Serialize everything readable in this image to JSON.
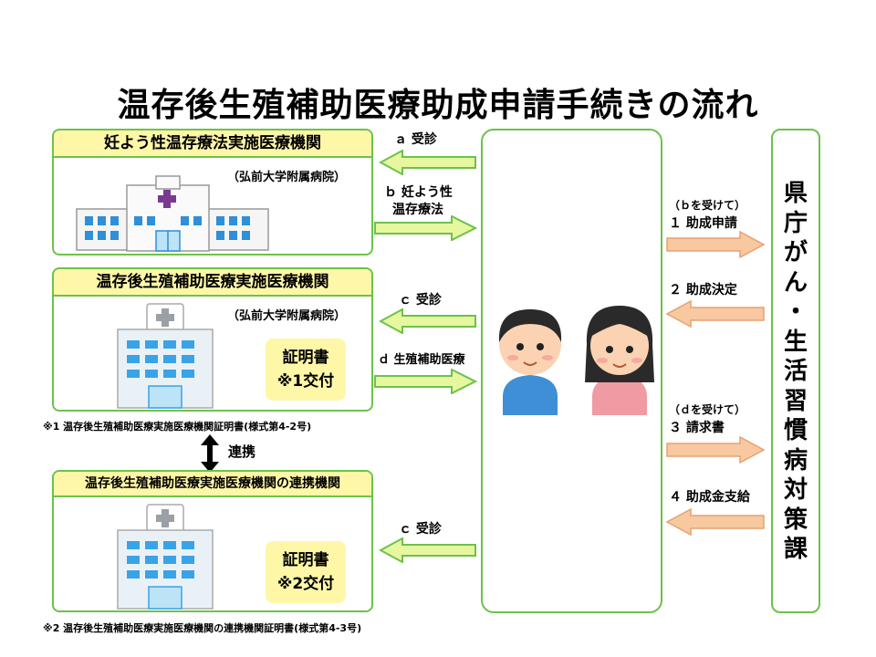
{
  "title": "温存後生殖補助医療助成申請手続きの流れ",
  "institutions": {
    "box1": {
      "header": "妊よう性温存療法実施医療機関",
      "subtitle": "（弘前大学附属病院）"
    },
    "box2": {
      "header": "温存後生殖補助医療実施医療機関",
      "subtitle": "（弘前大学附属病院）",
      "cert_line1": "証明書",
      "cert_line2": "※1交付"
    },
    "box3": {
      "header": "温存後生殖補助医療実施医療機関の連携機関",
      "cert_line1": "証明書",
      "cert_line2": "※2交付"
    }
  },
  "notes": {
    "note1": "※1 温存後生殖補助医療実施医療機関証明書(様式第4-2号)",
    "note2": "※2 温存後生殖補助医療実施医療機関の連携機関証明書(様式第4-3号)"
  },
  "link_label": "連携",
  "left_arrows": {
    "a": "ａ 受診",
    "b_line1": "ｂ 妊よう性",
    "b_line2": "温存療法",
    "c1": "ｃ 受診",
    "d": "ｄ 生殖補助医療",
    "c2": "ｃ 受診"
  },
  "right_arrows": {
    "step1_note": "（ｂを受けて）",
    "step1": "１ 助成申請",
    "step2": "２ 助成決定",
    "step3_note": "（ｄを受けて）",
    "step3": "３ 請求書",
    "step4": "４ 助成金支給"
  },
  "prefecture": [
    "県",
    "庁",
    "が",
    "ん",
    "・",
    "生",
    "活",
    "習",
    "慣",
    "病",
    "対",
    "策",
    "課"
  ],
  "colors": {
    "box_border": "#6cc24a",
    "header_fill": "#fff7a8",
    "arrow_green": "#e6f7a0",
    "arrow_orange": "#f8c9a0"
  }
}
